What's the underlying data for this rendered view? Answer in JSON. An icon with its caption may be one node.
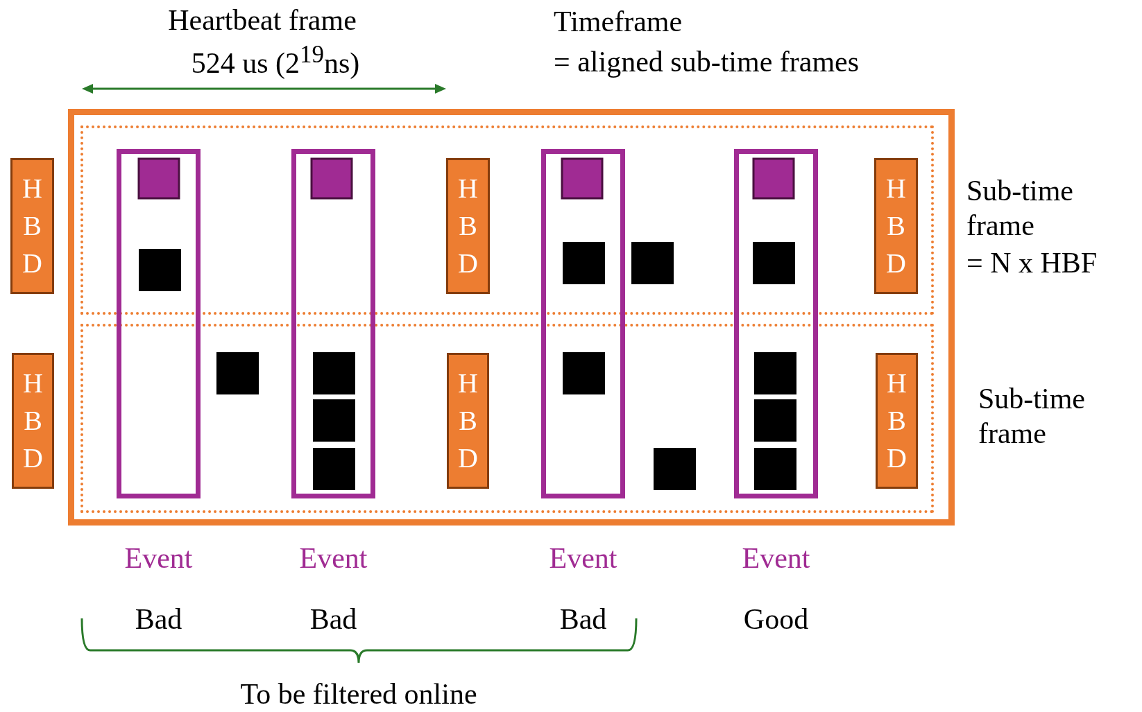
{
  "diagram": {
    "nodes": [
      {
        "text": [
          "Timeframe",
          "= aligned sub-time frames"
        ]
      },
      {
        "text": [],
        "shape": "box",
        "in": 0,
        "beside": [
          "Sub-time frame",
          "= N x HBF"
        ]
      },
      {
        "text": [],
        "shape": "box",
        "in": 0,
        "beside": [
          "Sub-time frame"
        ]
      },
      {
        "text": [
          "H B D"
        ]
      },
      {
        "text": [
          "H B D"
        ]
      },
      {
        "text": [],
        "shape": "box",
        "in": 0,
        "beside": [
          "Event",
          "Bad"
        ]
      },
      {
        "text": [],
        "shape": "box",
        "in": 0,
        "beside": [
          "Event",
          "Bad"
        ]
      },
      {
        "text": [
          "H B D"
        ],
        "in": 1
      },
      {
        "text": [
          "H B D"
        ],
        "in": 2
      },
      {
        "text": [],
        "shape": "box",
        "in": 0,
        "beside": [
          "Event",
          "Bad"
        ]
      },
      {
        "text": [],
        "shape": "box",
        "in": 0,
        "beside": [
          "Event",
          "Good"
        ]
      },
      {
        "text": [
          "H B D"
        ],
        "in": 1
      },
      {
        "text": [
          "H B D"
        ],
        "in": 2
      }
    ],
    "labels": [
      "Heartbeat frame",
      "524 us (2$^{19}$ns)",
      "To be filtered online"
    ]
  }
}
